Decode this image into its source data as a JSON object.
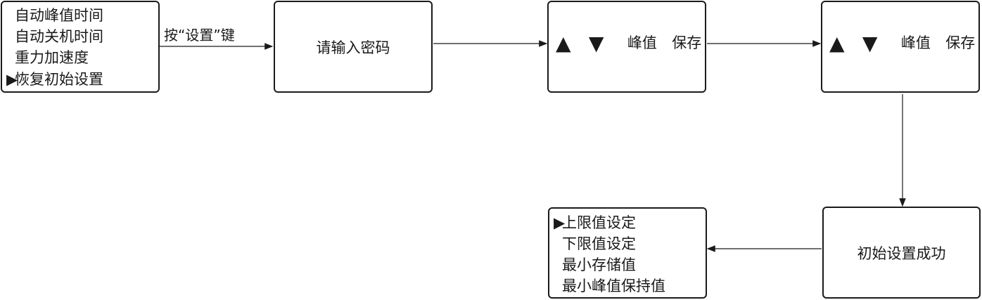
{
  "nodes": {
    "menu1": {
      "items": [
        "自动峰值时间",
        "自动关机时间",
        "重力加速度",
        "恢复初始设置"
      ],
      "selected_index": 3,
      "pointer": "▶"
    },
    "password": {
      "text": "请输入密码"
    },
    "screen_a": {
      "up": "▲",
      "down": "▼",
      "label1": "峰值",
      "label2": "保存"
    },
    "screen_b": {
      "up": "▲",
      "down": "▼",
      "label1": "峰值",
      "label2": "保存"
    },
    "success": {
      "text": "初始设置成功"
    },
    "menu2": {
      "items": [
        "上限值设定",
        "下限值设定",
        "最小存储值",
        "最小峰值保持值"
      ],
      "selected_index": 0,
      "pointer": "▶"
    }
  },
  "edges": {
    "e1_label": "按“设置”键"
  },
  "colors": {
    "stroke": "#1a1a1a",
    "background": "#ffffff"
  }
}
